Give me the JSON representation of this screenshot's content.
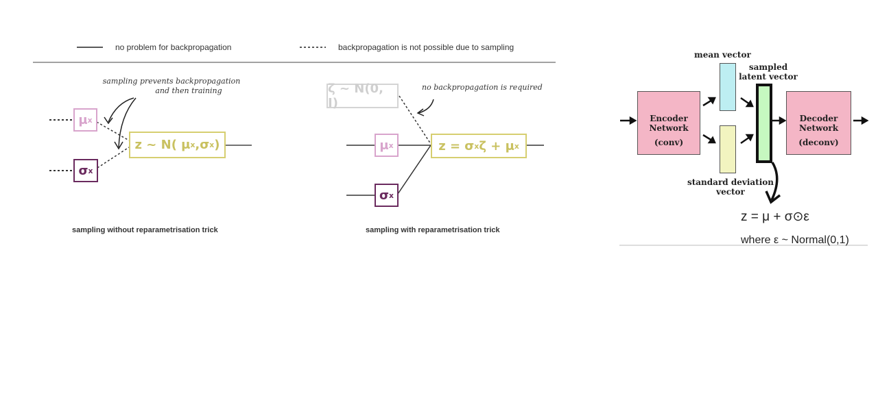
{
  "legend": {
    "solid_label": "no problem for backpropagation",
    "dashed_label": "backpropagation is not possible due to sampling"
  },
  "left": {
    "mu": "μ",
    "sigma": "σ",
    "sub": "x",
    "z_formula_prefix": "z ~ N( μ",
    "z_formula_mid": ",σ",
    "z_formula_end": ")",
    "annotation_line1": "sampling prevents backpropagation",
    "annotation_line2": "and then training",
    "caption": "sampling without reparametrisation trick"
  },
  "right": {
    "zeta": "ζ ~ N(0, I)",
    "mu": "μ",
    "sigma": "σ",
    "sub": "x",
    "z_formula_prefix": "z = σ",
    "z_formula_mid": "ζ + μ",
    "annotation": "no backpropagation is required",
    "caption": "sampling with  reparametrisation trick"
  },
  "vae": {
    "encoder": [
      "Encoder",
      "Network",
      "(conv)"
    ],
    "decoder": [
      "Decoder",
      "Network",
      "(deconv)"
    ],
    "mean_label": "mean vector",
    "std_label": [
      "standard deviation",
      "vector"
    ],
    "sampled_label": [
      "sampled",
      "latent vector"
    ],
    "formula": "z = μ + σ⊙ε",
    "where": "where ε ~ Normal(0,1)",
    "colors": {
      "encoder": "#f4b6c6",
      "mean": "#bdeef2",
      "std": "#f2f4c0",
      "sampled": "#c6f8c0"
    }
  }
}
